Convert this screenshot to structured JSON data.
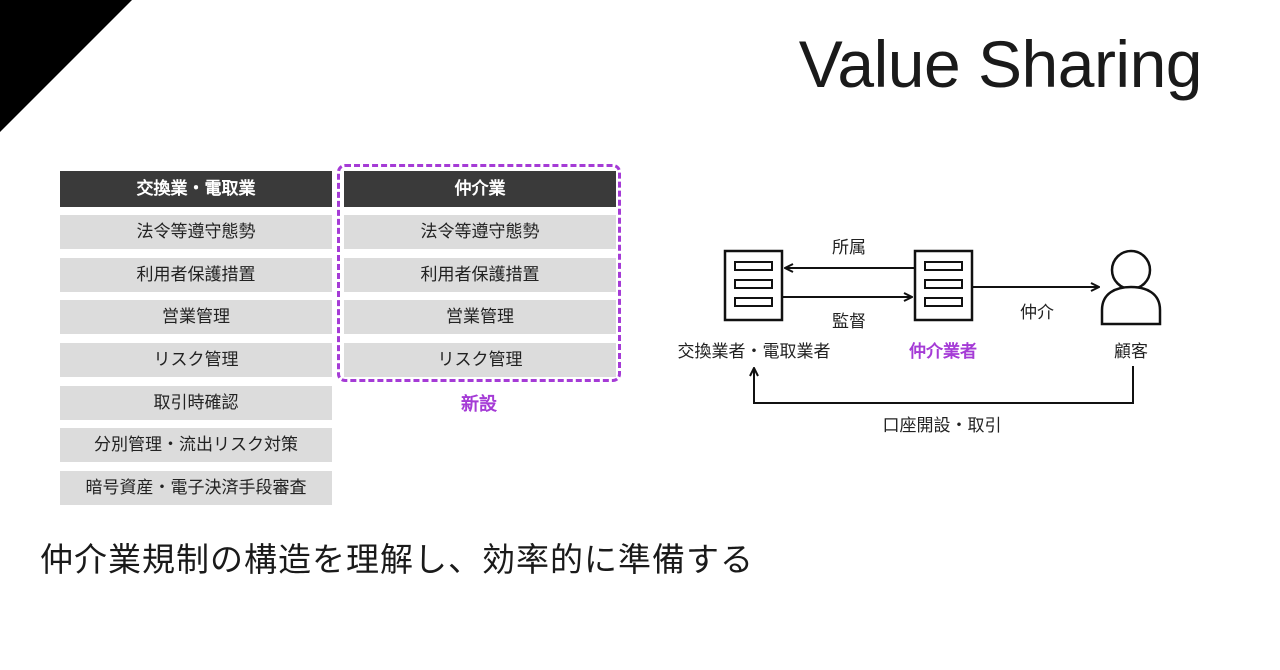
{
  "brand": "Value Sharing",
  "left_column": {
    "header": "交換業・電取業",
    "items": [
      "法令等遵守態勢",
      "利用者保護措置",
      "営業管理",
      "リスク管理",
      "取引時確認",
      "分別管理・流出リスク対策",
      "暗号資産・電子決済手段審査"
    ]
  },
  "right_column": {
    "header": "仲介業",
    "items": [
      "法令等遵守態勢",
      "利用者保護措置",
      "営業管理",
      "リスク管理"
    ]
  },
  "new_label": "新設",
  "diagram": {
    "exchange_label": "交換業者・電取業者",
    "broker_label": "仲介業者",
    "customer_label": "顧客",
    "affiliation_label": "所属",
    "supervision_label": "監督",
    "intermediation_label": "仲介",
    "account_label": "口座開設・取引",
    "accent_color": "#a53bd6"
  },
  "subtitle": "仲介業規制の構造を理解し、効率的に準備する"
}
